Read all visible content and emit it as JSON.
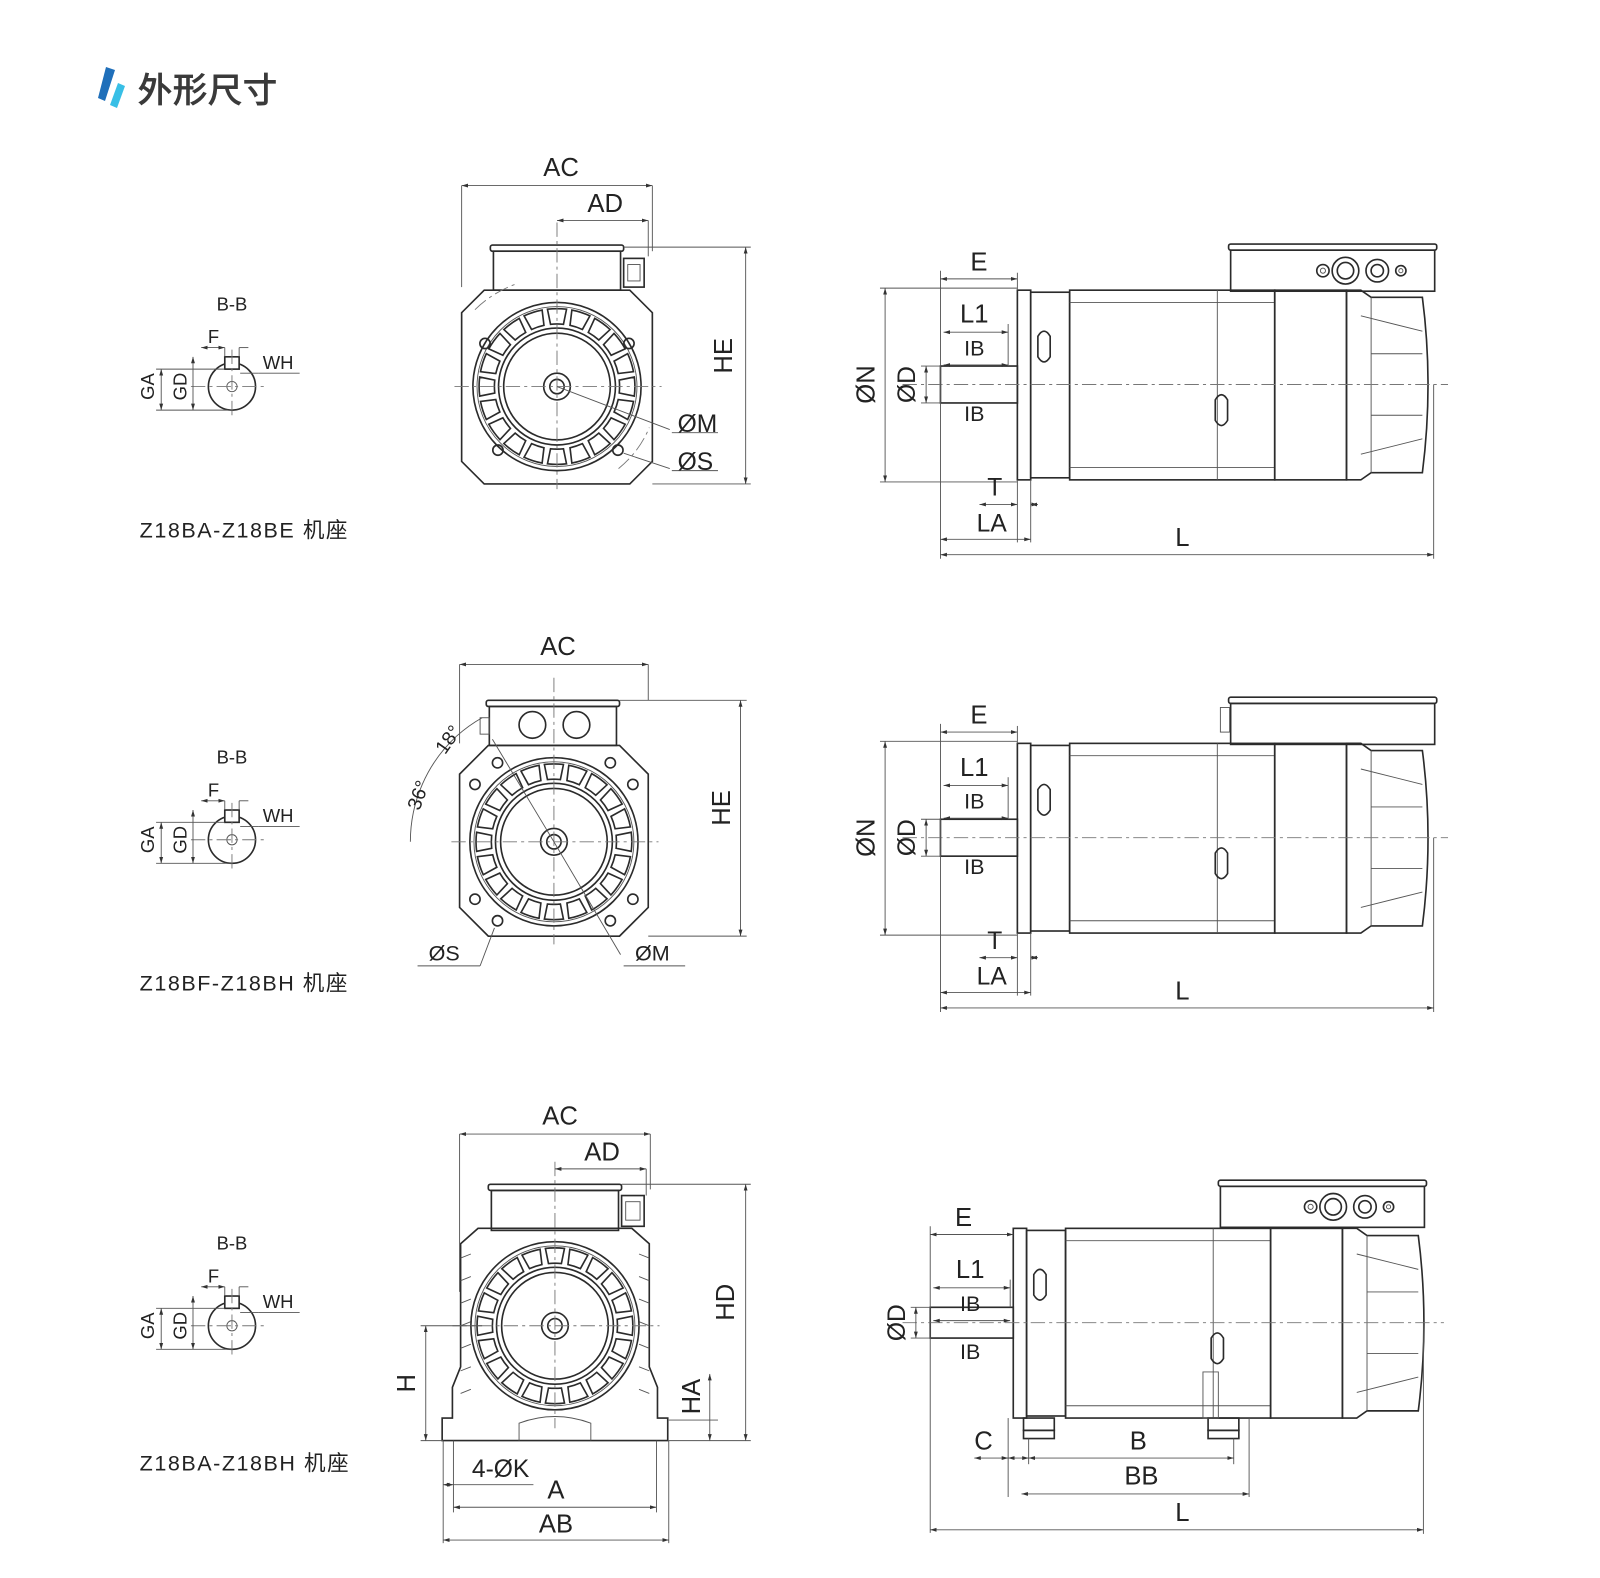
{
  "header": {
    "title": "外形尺寸",
    "logo_icon": "slash-logo-icon",
    "accent_dark": "#1f6fba",
    "accent_light": "#38bfe6"
  },
  "rows": [
    {
      "frame_label": "Z18BA-Z18BE 机座",
      "section": {
        "title": "B-B",
        "f": "F",
        "wh": "WH",
        "ga": "GA",
        "gd": "GD"
      },
      "front": {
        "ac": "AC",
        "ad": "AD",
        "he": "HE",
        "m": "ØM",
        "s": "ØS"
      },
      "side": {
        "e": "E",
        "l1": "L1",
        "ib_top": "IB",
        "ib_bottom": "IB",
        "n": "ØN",
        "d": "ØD",
        "t": "T",
        "la": "LA",
        "l": "L"
      }
    },
    {
      "frame_label": "Z18BF-Z18BH 机座",
      "section": {
        "title": "B-B",
        "f": "F",
        "wh": "WH",
        "ga": "GA",
        "gd": "GD"
      },
      "front": {
        "ac": "AC",
        "he": "HE",
        "s": "ØS",
        "m": "ØM",
        "angle1": "18°",
        "angle2": "36°"
      },
      "side": {
        "e": "E",
        "l1": "L1",
        "ib_top": "IB",
        "ib_bottom": "IB",
        "n": "ØN",
        "d": "ØD",
        "t": "T",
        "la": "LA",
        "l": "L"
      }
    },
    {
      "frame_label": "Z18BA-Z18BH 机座",
      "section": {
        "title": "B-B",
        "f": "F",
        "wh": "WH",
        "ga": "GA",
        "gd": "GD"
      },
      "front": {
        "ac": "AC",
        "ad": "AD",
        "hd": "HD",
        "h": "H",
        "ha": "HA",
        "k": "4-ØK",
        "a": "A",
        "ab": "AB"
      },
      "side": {
        "e": "E",
        "l1": "L1",
        "ib_top": "IB",
        "ib_bottom": "IB",
        "d": "ØD",
        "c": "C",
        "b": "B",
        "bb": "BB",
        "l": "L"
      }
    }
  ]
}
